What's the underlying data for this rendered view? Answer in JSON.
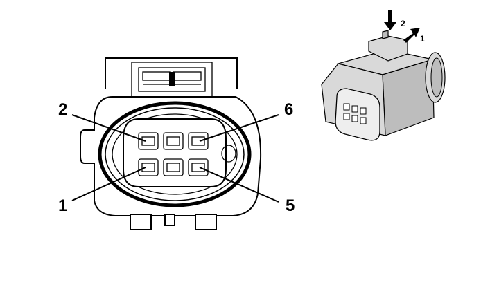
{
  "front_view": {
    "callouts": {
      "pin_2": "2",
      "pin_6": "6",
      "pin_1": "1",
      "pin_5": "5"
    }
  },
  "iso_view": {
    "arrows": {
      "step_2": "2",
      "step_1": "1"
    }
  }
}
